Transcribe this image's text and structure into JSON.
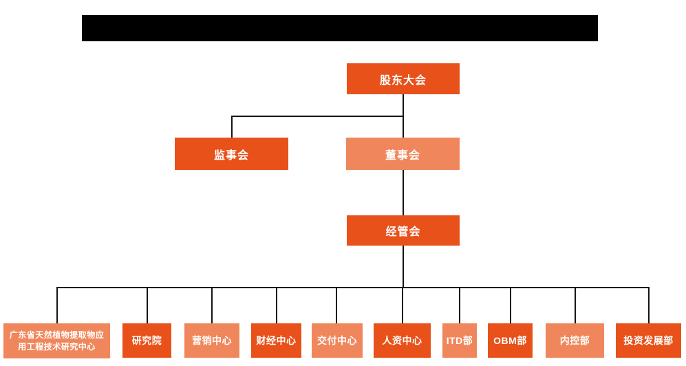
{
  "colors": {
    "primary": "#E8511A",
    "secondary": "#F0875C",
    "line": "#141414",
    "nodetext": "#FFFFFF",
    "bg": "#FFFFFF",
    "titlebg": "#000000"
  },
  "org": {
    "root": {
      "label": "股东大会",
      "variant": "dark"
    },
    "supervisory": {
      "label": "监事会",
      "variant": "dark"
    },
    "board": {
      "label": "董事会",
      "variant": "light"
    },
    "management": {
      "label": "经管会",
      "variant": "dark"
    },
    "departments": [
      {
        "label": "广东省天然植物提取物应用工程技术研究中心",
        "variant": "light"
      },
      {
        "label": "研究院",
        "variant": "dark"
      },
      {
        "label": "营销中心",
        "variant": "light"
      },
      {
        "label": "财经中心",
        "variant": "dark"
      },
      {
        "label": "交付中心",
        "variant": "light"
      },
      {
        "label": "人资中心",
        "variant": "dark"
      },
      {
        "label": "ITD部",
        "variant": "light"
      },
      {
        "label": "OBM部",
        "variant": "dark"
      },
      {
        "label": "内控部",
        "variant": "light"
      },
      {
        "label": "投资发展部",
        "variant": "dark"
      }
    ]
  }
}
